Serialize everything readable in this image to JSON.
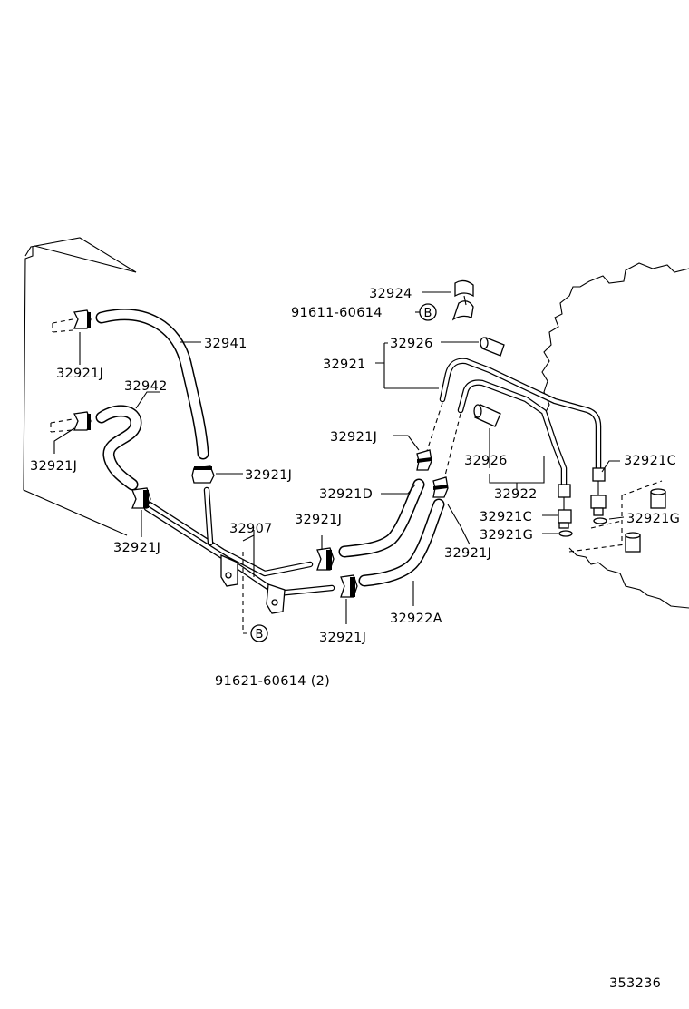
{
  "labels": {
    "p32924": "32924",
    "p91611": "91611-60614",
    "p32941": "32941",
    "p32926a": "32926",
    "p32921": "32921",
    "p32942": "32942",
    "p32921J_tl": "32921J",
    "p32921J_ml": "32921J",
    "p32921J_mid": "32921J",
    "p32921J_c": "32921J",
    "p32921D": "32921D",
    "p32926b": "32926",
    "p32922": "32922",
    "p32921C_r": "32921C",
    "p32921C_c": "32921C",
    "p32921G_r": "32921G",
    "p32921G_c": "32921G",
    "p32907": "32907",
    "p32921J_s": "32921J",
    "p32921J_bl": "32921J",
    "p32921J_rc": "32921J",
    "p32922A": "32922A",
    "p32921J_b": "32921J",
    "p91621": "91621-60614 (2)",
    "refB1": "B",
    "refB2": "B",
    "illus": "353236"
  }
}
